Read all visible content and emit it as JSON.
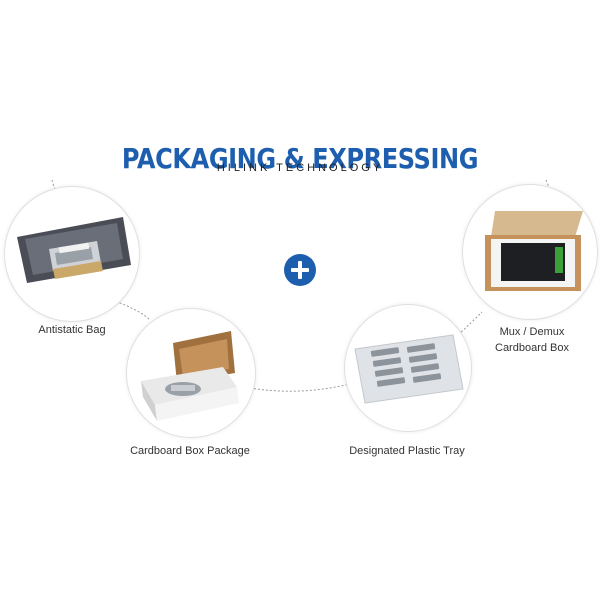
{
  "header": {
    "title": "PACKAGING & EXPRESSING",
    "subtitle": "HILINK TECHNOLOGY"
  },
  "accent_color": "#1d5fae",
  "center_icon": "plus-icon",
  "items": [
    {
      "label": "Antistatic Bag",
      "icon": "antistatic-bag-image"
    },
    {
      "label": "Cardboard Box Package",
      "icon": "cardboard-box-image"
    },
    {
      "label": "Designated Plastic Tray",
      "icon": "plastic-tray-image"
    },
    {
      "label_line1": "Mux / Demux",
      "label_line2": "Cardboard Box",
      "icon": "mux-demux-box-image"
    }
  ]
}
